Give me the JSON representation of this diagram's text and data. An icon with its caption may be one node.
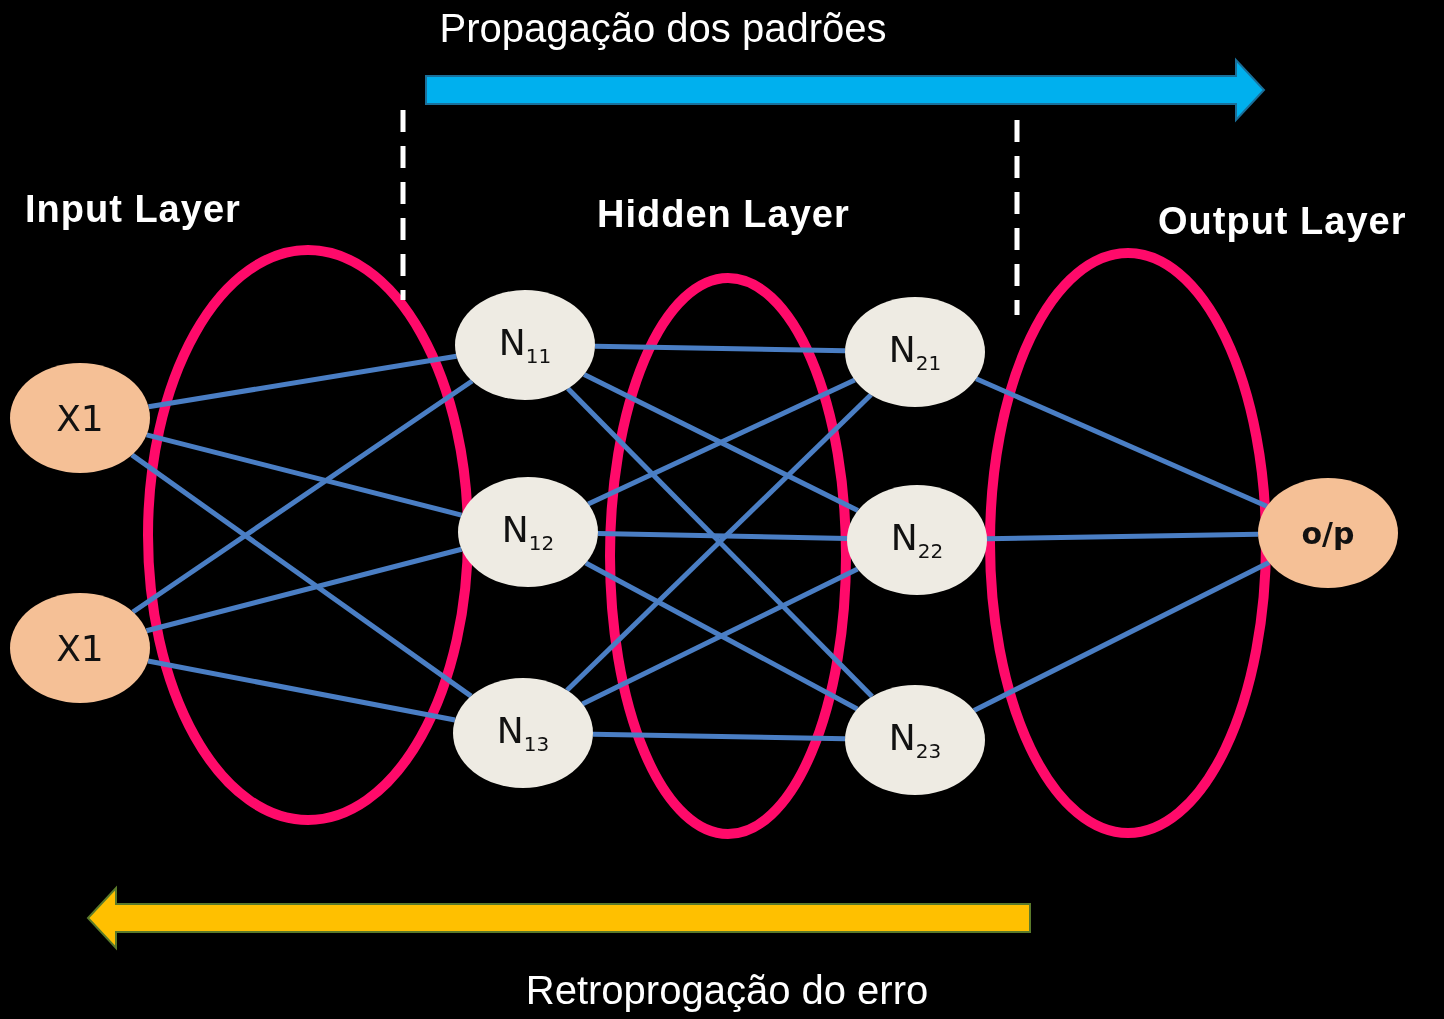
{
  "diagram": {
    "nodes": [
      {
        "text": [
          "X1"
        ]
      },
      {
        "text": [
          "X1"
        ]
      },
      {
        "text": [
          "N$_{11}$"
        ]
      },
      {
        "text": [
          "N$_{12}$"
        ]
      },
      {
        "text": [
          "N$_{13}$"
        ]
      },
      {
        "text": [
          "N$_{21}$"
        ]
      },
      {
        "text": [
          "N$_{22}$"
        ]
      },
      {
        "text": [
          "N$_{23}$"
        ]
      },
      {
        "text": [
          "o/p"
        ]
      }
    ],
    "edges": [
      {
        "from": 0,
        "to": 2,
        "arrow": "none"
      },
      {
        "from": 0,
        "to": 3,
        "arrow": "none"
      },
      {
        "from": 0,
        "to": 4,
        "arrow": "none"
      },
      {
        "from": 1,
        "to": 2,
        "arrow": "none"
      },
      {
        "from": 1,
        "to": 3,
        "arrow": "none"
      },
      {
        "from": 1,
        "to": 4,
        "arrow": "none"
      },
      {
        "from": 2,
        "to": 5,
        "arrow": "none"
      },
      {
        "from": 2,
        "to": 6,
        "arrow": "none"
      },
      {
        "from": 2,
        "to": 7,
        "arrow": "none"
      },
      {
        "from": 3,
        "to": 5,
        "arrow": "none"
      },
      {
        "from": 3,
        "to": 6,
        "arrow": "none"
      },
      {
        "from": 3,
        "to": 7,
        "arrow": "none"
      },
      {
        "from": 4,
        "to": 5,
        "arrow": "none"
      },
      {
        "from": 4,
        "to": 6,
        "arrow": "none"
      },
      {
        "from": 4,
        "to": 7,
        "arrow": "none"
      },
      {
        "from": 5,
        "to": 8,
        "arrow": "none"
      },
      {
        "from": 6,
        "to": 8,
        "arrow": "none"
      },
      {
        "from": 7,
        "to": 8,
        "arrow": "none"
      }
    ],
    "labels": [
      "Propagação dos padrões",
      "Input Layer",
      "Hidden Layer",
      "Output Layer",
      "Retroprogação do erro"
    ]
  }
}
